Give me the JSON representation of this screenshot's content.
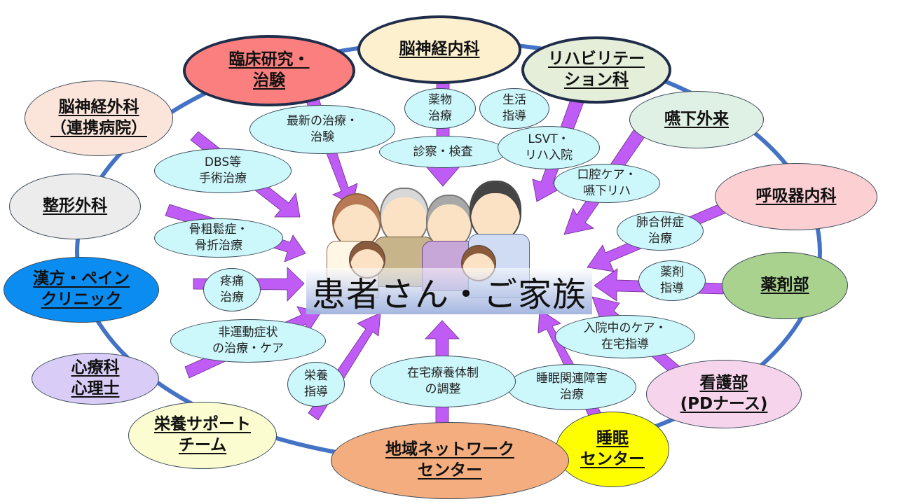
{
  "center": {
    "title": "患者さん・ご家族",
    "illustration": "family-group-illustration"
  },
  "departments": [
    {
      "id": "clinical-research",
      "lines": [
        "臨床研究・",
        "治験"
      ],
      "color": "#fb7f7f"
    },
    {
      "id": "neurology",
      "lines": [
        "脳神経内科"
      ],
      "color": "#fdf0cf"
    },
    {
      "id": "rehabilitation",
      "lines": [
        "リハビリテー",
        "ション科"
      ],
      "color": "#e4eed8"
    },
    {
      "id": "swallowing",
      "lines": [
        "嚥下外来"
      ],
      "color": "#dff0e4"
    },
    {
      "id": "respiratory",
      "lines": [
        "呼吸器内科"
      ],
      "color": "#fccfd2"
    },
    {
      "id": "pharmacy",
      "lines": [
        "薬剤部"
      ],
      "color": "#a8d28e"
    },
    {
      "id": "nursing",
      "lines": [
        "看護部",
        "(PDナース)"
      ],
      "color": "#f6d5ec"
    },
    {
      "id": "sleep-center",
      "lines": [
        "睡眠",
        "センター"
      ],
      "color": "#fefe00"
    },
    {
      "id": "regional-network",
      "lines": [
        "地域ネットワーク",
        "センター"
      ],
      "color": "#f4ad7e"
    },
    {
      "id": "nutrition-support",
      "lines": [
        "栄養サポート",
        "チーム"
      ],
      "color": "#fbfcd0"
    },
    {
      "id": "psychosomatic",
      "lines": [
        "心療科",
        "心理士"
      ],
      "color": "#d9cdf8"
    },
    {
      "id": "kampo-pain",
      "lines": [
        "漢方・ペイン",
        "クリニック"
      ],
      "color": "#0a8cf0"
    },
    {
      "id": "orthopedics",
      "lines": [
        "整形外科"
      ],
      "color": "#ececec"
    },
    {
      "id": "neurosurgery",
      "lines": [
        "脳神経外科",
        "（連携病院）"
      ],
      "color": "#fbe5da"
    }
  ],
  "services": [
    {
      "id": "latest-treatment",
      "lines": [
        "最新の治療・",
        "治験"
      ]
    },
    {
      "id": "drug-therapy",
      "lines": [
        "薬物",
        "治療"
      ]
    },
    {
      "id": "lifestyle-guidance",
      "lines": [
        "生活",
        "指導"
      ]
    },
    {
      "id": "exam",
      "lines": [
        "診察・検査"
      ]
    },
    {
      "id": "lsvt",
      "lines": [
        "LSVT・",
        "リハ入院"
      ]
    },
    {
      "id": "oral-care",
      "lines": [
        "口腔ケア・",
        "嚥下リハ"
      ]
    },
    {
      "id": "lung-complication",
      "lines": [
        "肺合併症",
        "治療"
      ]
    },
    {
      "id": "medication-guidance",
      "lines": [
        "薬剤",
        "指導"
      ]
    },
    {
      "id": "inpatient-care",
      "lines": [
        "入院中のケア・",
        "在宅指導"
      ]
    },
    {
      "id": "sleep-disorder",
      "lines": [
        "睡眠関連障害",
        "治療"
      ]
    },
    {
      "id": "home-care",
      "lines": [
        "在宅療養体制",
        "の調整"
      ]
    },
    {
      "id": "nutrition-guidance",
      "lines": [
        "栄養",
        "指導"
      ]
    },
    {
      "id": "non-motor",
      "lines": [
        "非運動症状",
        "の治療・ケア"
      ]
    },
    {
      "id": "pain-treatment",
      "lines": [
        "疼痛",
        "治療"
      ]
    },
    {
      "id": "osteoporosis",
      "lines": [
        "骨粗鬆症・",
        "骨折治療"
      ]
    },
    {
      "id": "dbs",
      "lines": [
        "DBS等",
        "手術治療"
      ]
    }
  ],
  "colors": {
    "ring": "#4472c4",
    "arrow": "#c05cf6",
    "service_fill": "#ccf7fb"
  }
}
